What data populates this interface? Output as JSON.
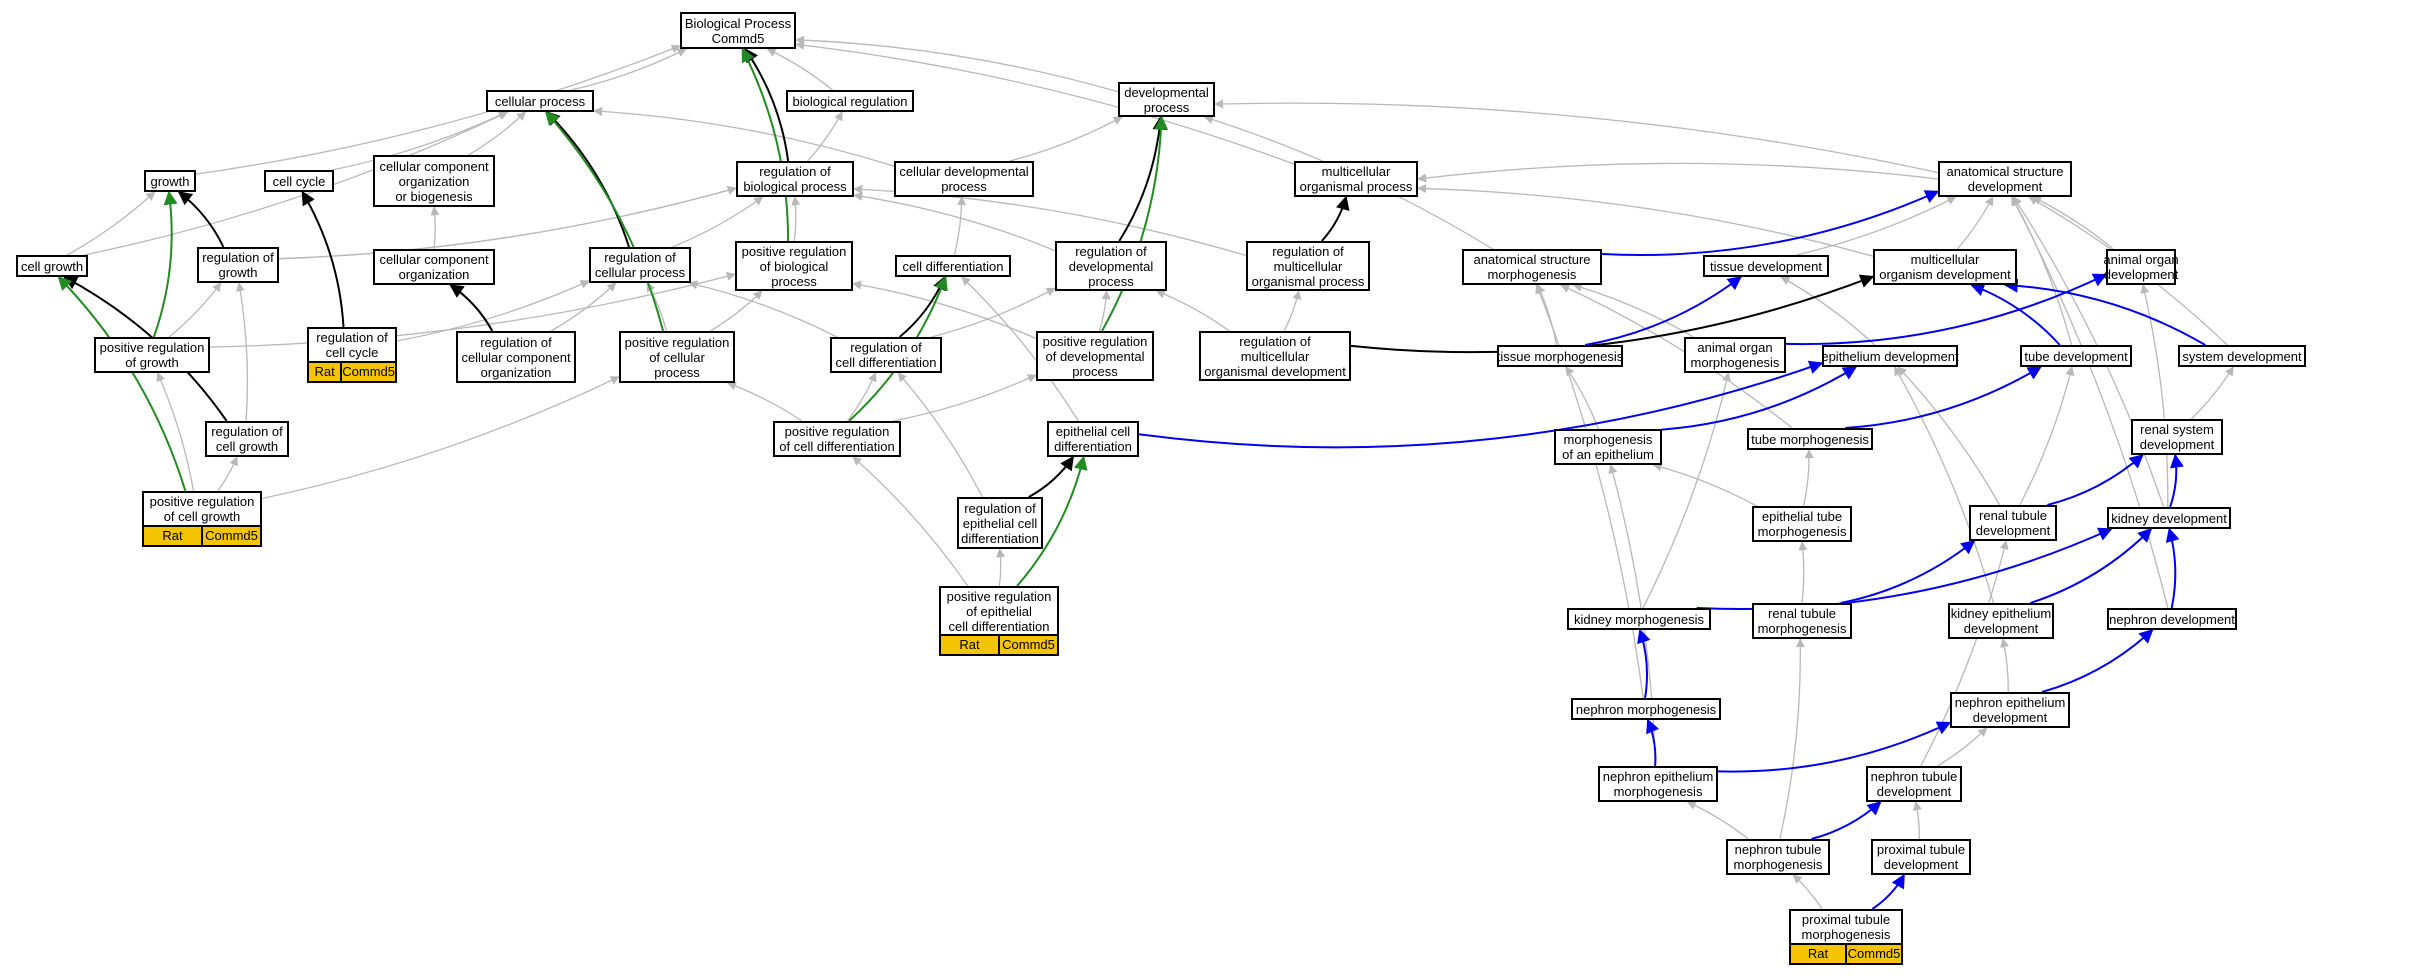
{
  "colors": {
    "is_a": "#b8b8b8",
    "regulates": "#000000",
    "positively_regulates": "#228B22",
    "part_of": "#0000ee",
    "annotation_badge": "#f5c400"
  },
  "nodes": [
    {
      "id": "bp",
      "label": "Biological Process\nCommd5"
    },
    {
      "id": "cellular_process",
      "label": "cellular process"
    },
    {
      "id": "biological_regulation",
      "label": "biological regulation"
    },
    {
      "id": "developmental_process",
      "label": "developmental\nprocess"
    },
    {
      "id": "growth",
      "label": "growth"
    },
    {
      "id": "cell_cycle",
      "label": "cell cycle"
    },
    {
      "id": "ccob",
      "label": "cellular component\norganization\nor biogenesis"
    },
    {
      "id": "reg_bio_proc",
      "label": "regulation of\nbiological process"
    },
    {
      "id": "cell_dev_proc",
      "label": "cellular developmental\nprocess"
    },
    {
      "id": "multicell_org_proc",
      "label": "multicellular\norganismal process"
    },
    {
      "id": "anat_struct_dev",
      "label": "anatomical structure\ndevelopment"
    },
    {
      "id": "cell_growth",
      "label": "cell growth"
    },
    {
      "id": "reg_growth",
      "label": "regulation of\ngrowth"
    },
    {
      "id": "cco",
      "label": "cellular component\norganization"
    },
    {
      "id": "reg_cell_proc",
      "label": "regulation of\ncellular process"
    },
    {
      "id": "pos_reg_bio_proc",
      "label": "positive regulation\nof biological\nprocess"
    },
    {
      "id": "cell_diff",
      "label": "cell differentiation"
    },
    {
      "id": "reg_dev_proc",
      "label": "regulation of\ndevelopmental\nprocess"
    },
    {
      "id": "reg_multicell_org_proc",
      "label": "regulation of\nmulticellular\norganismal process"
    },
    {
      "id": "anat_struct_morph",
      "label": "anatomical structure\nmorphogenesis"
    },
    {
      "id": "tissue_dev",
      "label": "tissue development"
    },
    {
      "id": "multicell_org_dev",
      "label": "multicellular\norganism development"
    },
    {
      "id": "animal_organ_dev",
      "label": "animal organ\ndevelopment"
    },
    {
      "id": "pos_reg_growth",
      "label": "positive regulation\nof growth"
    },
    {
      "id": "reg_cell_cycle",
      "label": "regulation of\ncell cycle"
    },
    {
      "id": "reg_cco",
      "label": "regulation of\ncellular component\norganization"
    },
    {
      "id": "pos_reg_cell_proc",
      "label": "positive regulation\nof cellular\nprocess"
    },
    {
      "id": "reg_cell_diff",
      "label": "regulation of\ncell differentiation"
    },
    {
      "id": "pos_reg_dev_proc",
      "label": "positive regulation\nof developmental\nprocess"
    },
    {
      "id": "reg_multicell_org_dev",
      "label": "regulation of\nmulticellular\norganismal development"
    },
    {
      "id": "tissue_morph",
      "label": "tissue morphogenesis"
    },
    {
      "id": "animal_organ_morph",
      "label": "animal organ\nmorphogenesis"
    },
    {
      "id": "epith_dev",
      "label": "epithelium development"
    },
    {
      "id": "tube_dev",
      "label": "tube development"
    },
    {
      "id": "system_dev",
      "label": "system development"
    },
    {
      "id": "reg_cell_growth",
      "label": "regulation of\ncell growth"
    },
    {
      "id": "pos_reg_cell_diff",
      "label": "positive regulation\nof cell differentiation"
    },
    {
      "id": "epith_cell_diff",
      "label": "epithelial cell\ndifferentiation"
    },
    {
      "id": "morph_epith",
      "label": "morphogenesis\nof an epithelium"
    },
    {
      "id": "tube_morph",
      "label": "tube morphogenesis"
    },
    {
      "id": "renal_sys_dev",
      "label": "renal system\ndevelopment"
    },
    {
      "id": "pos_reg_cell_growth",
      "label": "positive regulation\nof cell growth"
    },
    {
      "id": "reg_epith_cell_diff",
      "label": "regulation of\nepithelial cell\ndifferentiation"
    },
    {
      "id": "epith_tube_morph",
      "label": "epithelial tube\nmorphogenesis"
    },
    {
      "id": "renal_tubule_dev",
      "label": "renal tubule\ndevelopment"
    },
    {
      "id": "kidney_dev",
      "label": "kidney development"
    },
    {
      "id": "pos_reg_epith_cell_diff",
      "label": "positive regulation\nof epithelial\ncell differentiation"
    },
    {
      "id": "kidney_morph",
      "label": "kidney morphogenesis"
    },
    {
      "id": "renal_tubule_morph",
      "label": "renal tubule\nmorphogenesis"
    },
    {
      "id": "kidney_epith_dev",
      "label": "kidney epithelium\ndevelopment"
    },
    {
      "id": "nephron_dev",
      "label": "nephron development"
    },
    {
      "id": "nephron_morph",
      "label": "nephron morphogenesis"
    },
    {
      "id": "nephron_epith_dev",
      "label": "nephron epithelium\ndevelopment"
    },
    {
      "id": "nephron_epith_morph",
      "label": "nephron epithelium\nmorphogenesis"
    },
    {
      "id": "nephron_tubule_dev",
      "label": "nephron tubule\ndevelopment"
    },
    {
      "id": "nephron_tubule_morph",
      "label": "nephron tubule\nmorphogenesis"
    },
    {
      "id": "prox_tubule_dev",
      "label": "proximal tubule\ndevelopment"
    },
    {
      "id": "prox_tubule_morph",
      "label": "proximal tubule\nmorphogenesis"
    }
  ],
  "annotations": [
    {
      "node": "reg_cell_cycle",
      "species": "Rat",
      "gene": "Commd5"
    },
    {
      "node": "pos_reg_cell_growth",
      "species": "Rat",
      "gene": "Commd5"
    },
    {
      "node": "pos_reg_epith_cell_diff",
      "species": "Rat",
      "gene": "Commd5"
    },
    {
      "node": "prox_tubule_morph",
      "species": "Rat",
      "gene": "Commd5"
    }
  ],
  "edges": [
    [
      "cellular_process",
      "bp",
      "is_a"
    ],
    [
      "biological_regulation",
      "bp",
      "is_a"
    ],
    [
      "developmental_process",
      "bp",
      "is_a"
    ],
    [
      "growth",
      "bp",
      "is_a"
    ],
    [
      "multicell_org_proc",
      "bp",
      "is_a"
    ],
    [
      "reg_bio_proc",
      "bp",
      "regulates"
    ],
    [
      "pos_reg_bio_proc",
      "bp",
      "positively_regulates"
    ],
    [
      "reg_bio_proc",
      "biological_regulation",
      "is_a"
    ],
    [
      "cell_cycle",
      "cellular_process",
      "is_a"
    ],
    [
      "ccob",
      "cellular_process",
      "is_a"
    ],
    [
      "cell_dev_proc",
      "cellular_process",
      "is_a"
    ],
    [
      "cell_growth",
      "cellular_process",
      "is_a"
    ],
    [
      "reg_cell_proc",
      "cellular_process",
      "regulates"
    ],
    [
      "pos_reg_cell_proc",
      "cellular_process",
      "positively_regulates"
    ],
    [
      "cell_dev_proc",
      "developmental_process",
      "is_a"
    ],
    [
      "anat_struct_dev",
      "developmental_process",
      "is_a"
    ],
    [
      "anat_struct_morph",
      "developmental_process",
      "is_a"
    ],
    [
      "reg_dev_proc",
      "developmental_process",
      "regulates"
    ],
    [
      "pos_reg_dev_proc",
      "developmental_process",
      "positively_regulates"
    ],
    [
      "anat_struct_dev",
      "multicell_org_proc",
      "is_a"
    ],
    [
      "reg_multicell_org_proc",
      "multicell_org_proc",
      "regulates"
    ],
    [
      "cell_growth",
      "growth",
      "is_a"
    ],
    [
      "reg_growth",
      "growth",
      "regulates"
    ],
    [
      "pos_reg_growth",
      "growth",
      "positively_regulates"
    ],
    [
      "reg_cell_cycle",
      "cell_cycle",
      "regulates"
    ],
    [
      "cco",
      "ccob",
      "is_a"
    ],
    [
      "reg_cco",
      "cco",
      "regulates"
    ],
    [
      "reg_cell_proc",
      "reg_bio_proc",
      "is_a"
    ],
    [
      "pos_reg_bio_proc",
      "reg_bio_proc",
      "is_a"
    ],
    [
      "reg_growth",
      "reg_bio_proc",
      "is_a"
    ],
    [
      "reg_multicell_org_proc",
      "reg_bio_proc",
      "is_a"
    ],
    [
      "cell_diff",
      "cell_dev_proc",
      "is_a"
    ],
    [
      "reg_dev_proc",
      "reg_bio_proc",
      "is_a"
    ],
    [
      "reg_cell_cycle",
      "reg_cell_proc",
      "is_a"
    ],
    [
      "reg_cco",
      "reg_cell_proc",
      "is_a"
    ],
    [
      "pos_reg_cell_proc",
      "reg_cell_proc",
      "is_a"
    ],
    [
      "reg_cell_diff",
      "reg_cell_proc",
      "is_a"
    ],
    [
      "pos_reg_cell_proc",
      "pos_reg_bio_proc",
      "is_a"
    ],
    [
      "pos_reg_dev_proc",
      "pos_reg_bio_proc",
      "is_a"
    ],
    [
      "pos_reg_growth",
      "pos_reg_bio_proc",
      "is_a"
    ],
    [
      "reg_cell_diff",
      "cell_diff",
      "regulates"
    ],
    [
      "pos_reg_cell_diff",
      "cell_diff",
      "positively_regulates"
    ],
    [
      "epith_cell_diff",
      "cell_diff",
      "is_a"
    ],
    [
      "reg_cell_diff",
      "reg_dev_proc",
      "is_a"
    ],
    [
      "pos_reg_dev_proc",
      "reg_dev_proc",
      "is_a"
    ],
    [
      "reg_multicell_org_dev",
      "reg_dev_proc",
      "is_a"
    ],
    [
      "reg_multicell_org_dev",
      "reg_multicell_org_proc",
      "is_a"
    ],
    [
      "reg_multicell_org_dev",
      "multicell_org_dev",
      "regulates"
    ],
    [
      "anat_struct_morph",
      "anat_struct_dev",
      "part_of"
    ],
    [
      "tissue_dev",
      "anat_struct_dev",
      "is_a"
    ],
    [
      "multicell_org_dev",
      "anat_struct_dev",
      "is_a"
    ],
    [
      "animal_organ_dev",
      "anat_struct_dev",
      "is_a"
    ],
    [
      "tube_dev",
      "anat_struct_dev",
      "is_a"
    ],
    [
      "system_dev",
      "anat_struct_dev",
      "is_a"
    ],
    [
      "kidney_dev",
      "anat_struct_dev",
      "is_a"
    ],
    [
      "multicell_org_dev",
      "multicell_org_proc",
      "is_a"
    ],
    [
      "reg_growth",
      "reg_bio_proc",
      "is_a"
    ],
    [
      "pos_reg_growth",
      "reg_growth",
      "is_a"
    ],
    [
      "reg_cell_growth",
      "reg_growth",
      "is_a"
    ],
    [
      "reg_cell_growth",
      "cell_growth",
      "regulates"
    ],
    [
      "pos_reg_cell_growth",
      "cell_growth",
      "positively_regulates"
    ],
    [
      "pos_reg_cell_growth",
      "reg_cell_growth",
      "is_a"
    ],
    [
      "pos_reg_cell_growth",
      "pos_reg_growth",
      "is_a"
    ],
    [
      "pos_reg_cell_growth",
      "pos_reg_cell_proc",
      "is_a"
    ],
    [
      "pos_reg_cell_diff",
      "reg_cell_diff",
      "is_a"
    ],
    [
      "pos_reg_cell_diff",
      "pos_reg_cell_proc",
      "is_a"
    ],
    [
      "pos_reg_cell_diff",
      "pos_reg_dev_proc",
      "is_a"
    ],
    [
      "reg_epith_cell_diff",
      "reg_cell_diff",
      "is_a"
    ],
    [
      "reg_epith_cell_diff",
      "epith_cell_diff",
      "regulates"
    ],
    [
      "pos_reg_epith_cell_diff",
      "reg_epith_cell_diff",
      "is_a"
    ],
    [
      "pos_reg_epith_cell_diff",
      "pos_reg_cell_diff",
      "is_a"
    ],
    [
      "pos_reg_epith_cell_diff",
      "epith_cell_diff",
      "positively_regulates"
    ],
    [
      "epith_cell_diff",
      "epith_dev",
      "part_of"
    ],
    [
      "tissue_morph",
      "anat_struct_morph",
      "is_a"
    ],
    [
      "tissue_morph",
      "tissue_dev",
      "part_of"
    ],
    [
      "animal_organ_morph",
      "anat_struct_morph",
      "is_a"
    ],
    [
      "animal_organ_morph",
      "animal_organ_dev",
      "part_of"
    ],
    [
      "epith_dev",
      "tissue_dev",
      "is_a"
    ],
    [
      "tube_dev",
      "multicell_org_dev",
      "part_of"
    ],
    [
      "system_dev",
      "multicell_org_dev",
      "part_of"
    ],
    [
      "renal_sys_dev",
      "system_dev",
      "is_a"
    ],
    [
      "morph_epith",
      "tissue_morph",
      "is_a"
    ],
    [
      "morph_epith",
      "epith_dev",
      "part_of"
    ],
    [
      "tube_morph",
      "anat_struct_morph",
      "is_a"
    ],
    [
      "tube_morph",
      "tube_dev",
      "part_of"
    ],
    [
      "epith_tube_morph",
      "morph_epith",
      "is_a"
    ],
    [
      "epith_tube_morph",
      "tube_morph",
      "is_a"
    ],
    [
      "renal_tubule_dev",
      "epith_dev",
      "is_a"
    ],
    [
      "renal_tubule_dev",
      "tube_dev",
      "is_a"
    ],
    [
      "renal_tubule_dev",
      "renal_sys_dev",
      "part_of"
    ],
    [
      "kidney_dev",
      "renal_sys_dev",
      "part_of"
    ],
    [
      "kidney_dev",
      "animal_organ_dev",
      "is_a"
    ],
    [
      "kidney_morph",
      "animal_organ_morph",
      "is_a"
    ],
    [
      "kidney_morph",
      "kidney_dev",
      "part_of"
    ],
    [
      "renal_tubule_morph",
      "epith_tube_morph",
      "is_a"
    ],
    [
      "renal_tubule_morph",
      "renal_tubule_dev",
      "part_of"
    ],
    [
      "kidney_epith_dev",
      "epith_dev",
      "is_a"
    ],
    [
      "kidney_epith_dev",
      "kidney_dev",
      "part_of"
    ],
    [
      "nephron_dev",
      "kidney_dev",
      "part_of"
    ],
    [
      "nephron_morph",
      "anat_struct_morph",
      "is_a"
    ],
    [
      "nephron_morph",
      "kidney_morph",
      "part_of"
    ],
    [
      "nephron_epith_dev",
      "kidney_epith_dev",
      "is_a"
    ],
    [
      "nephron_epith_dev",
      "nephron_dev",
      "part_of"
    ],
    [
      "nephron_epith_morph",
      "morph_epith",
      "is_a"
    ],
    [
      "nephron_epith_morph",
      "nephron_morph",
      "part_of"
    ],
    [
      "nephron_epith_morph",
      "nephron_epith_dev",
      "part_of"
    ],
    [
      "nephron_tubule_dev",
      "nephron_epith_dev",
      "is_a"
    ],
    [
      "nephron_tubule_dev",
      "renal_tubule_dev",
      "is_a"
    ],
    [
      "nephron_tubule_morph",
      "renal_tubule_morph",
      "is_a"
    ],
    [
      "nephron_tubule_morph",
      "nephron_epith_morph",
      "is_a"
    ],
    [
      "nephron_tubule_morph",
      "nephron_tubule_dev",
      "part_of"
    ],
    [
      "prox_tubule_dev",
      "nephron_tubule_dev",
      "is_a"
    ],
    [
      "prox_tubule_morph",
      "nephron_tubule_morph",
      "is_a"
    ],
    [
      "prox_tubule_morph",
      "prox_tubule_dev",
      "part_of"
    ],
    [
      "nephron_dev",
      "anat_struct_dev",
      "is_a"
    ]
  ]
}
